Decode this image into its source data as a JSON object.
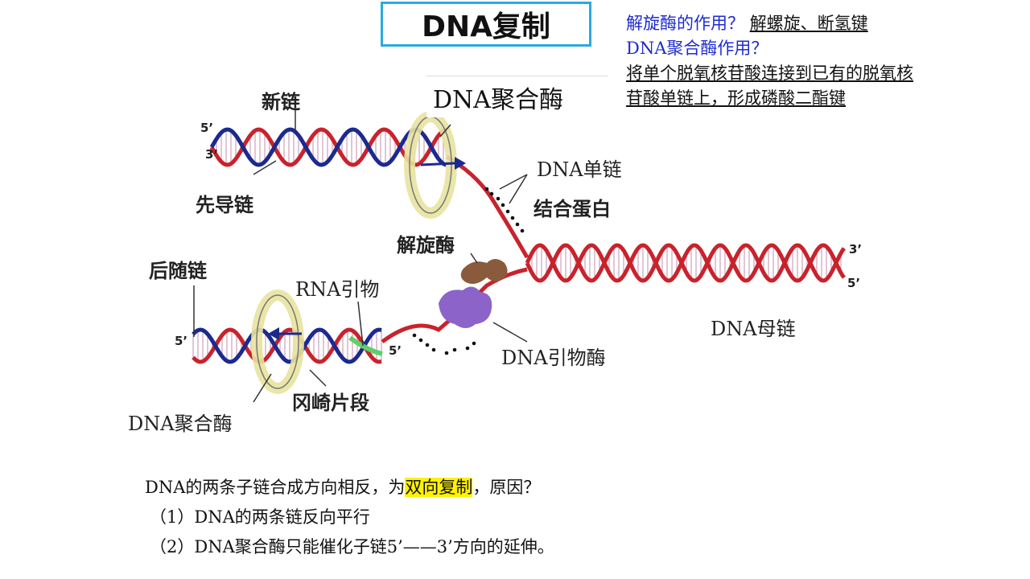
{
  "title": "DNA复制",
  "notes": {
    "q1": "解旋酶的作用？",
    "a1": "解螺旋、断氢键",
    "q2": "DNA聚合酶作用？",
    "a2_line1": "将单个脱氧核苷酸连接到已有的脱氧核",
    "a2_line2": "苷酸单链上，形成磷酸二酯键"
  },
  "diagram": {
    "labels": {
      "new_strand": "新链",
      "leading_strand": "先导链",
      "polymerase_top": "DNA聚合酶",
      "ssb_line1": "DNA单链",
      "ssb_line2": "结合蛋白",
      "helicase": "解旋酶",
      "lagging_strand": "后随链",
      "rna_primer": "RNA引物",
      "primase": "DNA引物酶",
      "parent_strand": "DNA母链",
      "okazaki": "冈崎片段",
      "polymerase_bottom": "DNA聚合酶",
      "top_5": "5’",
      "top_3": "3’",
      "right_3": "3’",
      "right_5": "5’",
      "bottom_left_5": "5’",
      "bottom_mid_5": "5’"
    },
    "colors": {
      "parent": "#c8232c",
      "new": "#1b2a8f",
      "rung": "#d9b3c8",
      "ring": "#e8e3a0",
      "helicase": "#8a5a3c",
      "primase": "#8c63c8",
      "primer": "#5fcf6a"
    }
  },
  "bottom": {
    "line1_pre": "DNA的两条子链合成方向相反，为",
    "line1_hl": "双向复制",
    "line1_post": "，原因？",
    "line2": "（1）DNA的两条链反向平行",
    "line3": "（2）DNA聚合酶只能催化子链5’——3’方向的延伸。"
  }
}
